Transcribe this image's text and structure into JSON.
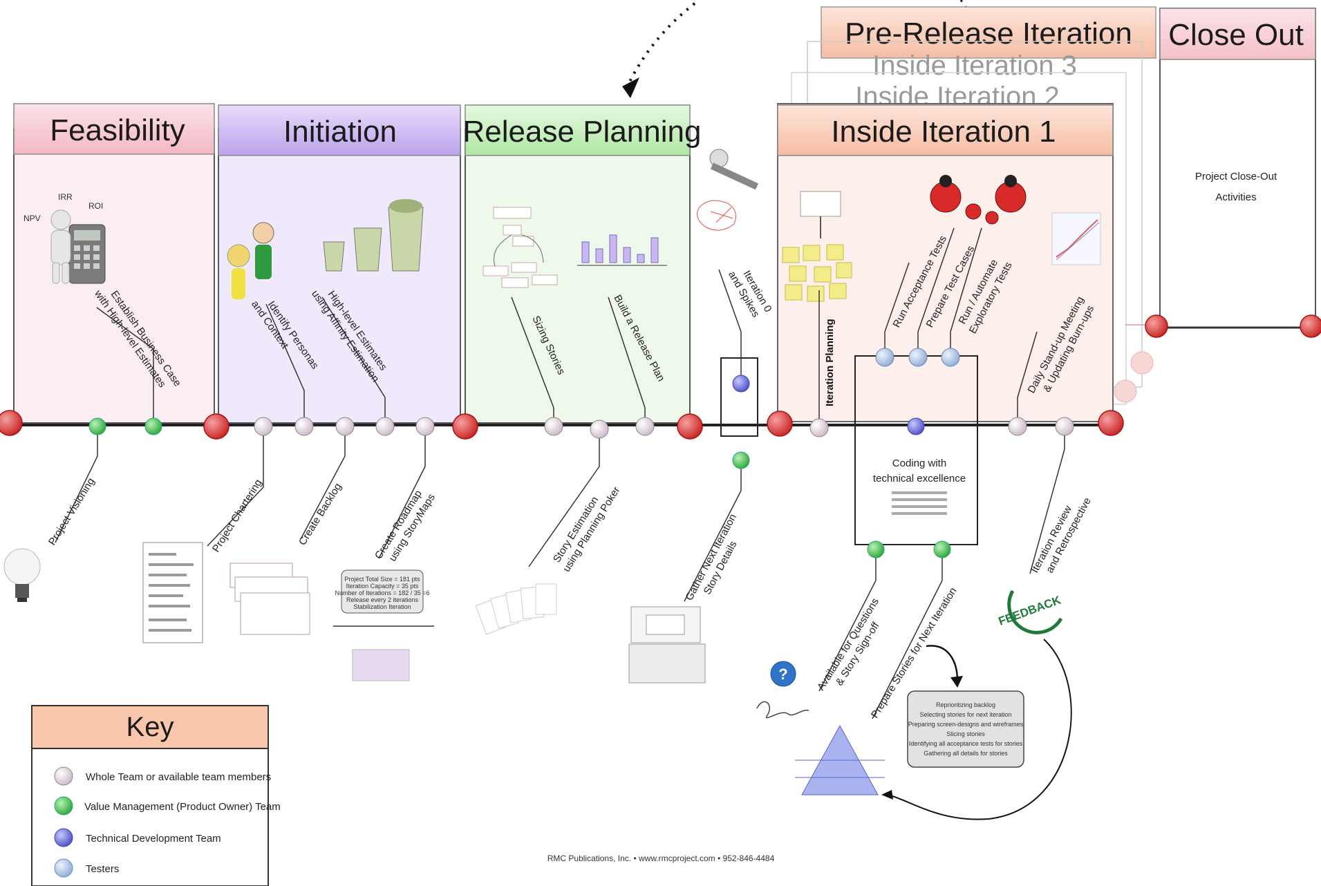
{
  "phases": {
    "feasibility": "Feasibility",
    "initiation": "Initiation",
    "release_planning": "Release Planning",
    "inside_iteration_1": "Inside Iteration 1",
    "inside_iteration_2": "Inside Iteration 2",
    "inside_iteration_3": "Inside Iteration 3",
    "pre_release_iteration": "Pre-Release Iteration",
    "close_out": "Close Out"
  },
  "feasibility_icon_labels": {
    "irr": "IRR",
    "roi": "ROI",
    "npv": "NPV"
  },
  "activities_above": {
    "business_case": [
      "Establish Business Case",
      "with High-level Estimates"
    ],
    "personas": [
      "Identify Personas",
      "and Context"
    ],
    "high_level_estimates": [
      "High-level Estimates",
      "using Affinity Estimation"
    ],
    "sizing_stories": [
      "Sizing Stories"
    ],
    "release_plan": [
      "Build a Release Plan"
    ],
    "iteration_0": [
      "Iteration 0",
      "and Spikes"
    ],
    "iteration_planning": [
      "Iteration Planning"
    ],
    "run_acceptance": [
      "Run Acceptance Tests"
    ],
    "prepare_test_cases": [
      "Prepare Test Cases"
    ],
    "run_automate": [
      "Run / Automate",
      "Exploratory Tests"
    ],
    "daily_standup": [
      "Daily Stand-up Meeting",
      "& Updating Burn-ups"
    ]
  },
  "activities_below": {
    "project_visioning": [
      "Project Visioning"
    ],
    "project_chartering": [
      "Project Chartering"
    ],
    "create_backlog": [
      "Create Backlog"
    ],
    "create_roadmap": [
      "Create Roadmap",
      "using StoryMaps"
    ],
    "story_estimation": [
      "Story Estimation",
      "using Planning Poker"
    ],
    "gather_next": [
      "Gather Next Iteration",
      "Story Details"
    ],
    "available_questions": [
      "Available for Questions",
      "& Story Sign-off"
    ],
    "prepare_stories": [
      "Prepare Stories for Next Iteration"
    ],
    "iteration_review": [
      "Iteration Review",
      "and Retrospective"
    ]
  },
  "coding": {
    "line1": "Coding with",
    "line2": "technical excellence"
  },
  "close_out_text": {
    "line1": "Project Close-Out",
    "line2": "Activities"
  },
  "feedback_label": "FEEDBACK",
  "roadmap_box": {
    "line1": "Project Total Size = 181 pts",
    "line2": "Iteration Capacity = 35 pts",
    "line3": "Number of Iterations = 182 / 35 =6",
    "line4": "Release every 2 iterations",
    "line5": "Stabilization Iteration"
  },
  "prepare_box": {
    "line1": "Reprioritizing backlog",
    "line2": "Selecting stories for next iteration",
    "line3": "Preparing screen-designs and wireframes",
    "line4": "Slicing stories",
    "line5": "Identifying all acceptance tests for stories",
    "line6": "Gathering all details for stories"
  },
  "key": {
    "title": "Key",
    "items": [
      {
        "label": "Whole Team or available team members",
        "color": "#e8d8e4"
      },
      {
        "label": "Value Management (Product Owner) Team",
        "color": "#4fc25a"
      },
      {
        "label": "Technical Development Team",
        "color": "#6c6fd8"
      },
      {
        "label": "Testers",
        "color": "#a9c3e2"
      }
    ]
  },
  "footer": "RMC Publications, Inc.  •  www.rmcproject.com • 952-846-4484",
  "colors": {
    "feasibility": "#f6c7d0",
    "initiation": "#cbb6f0",
    "release_planning": "#c7f0c0",
    "iteration": "#f8cdb8",
    "key_header": "#f8c2a6",
    "milestone_red": "#d93a3a",
    "whole_team": "#e8d8e4",
    "value_team": "#4fc25a",
    "dev_team": "#6c6fd8",
    "testers": "#a9c3e2"
  }
}
